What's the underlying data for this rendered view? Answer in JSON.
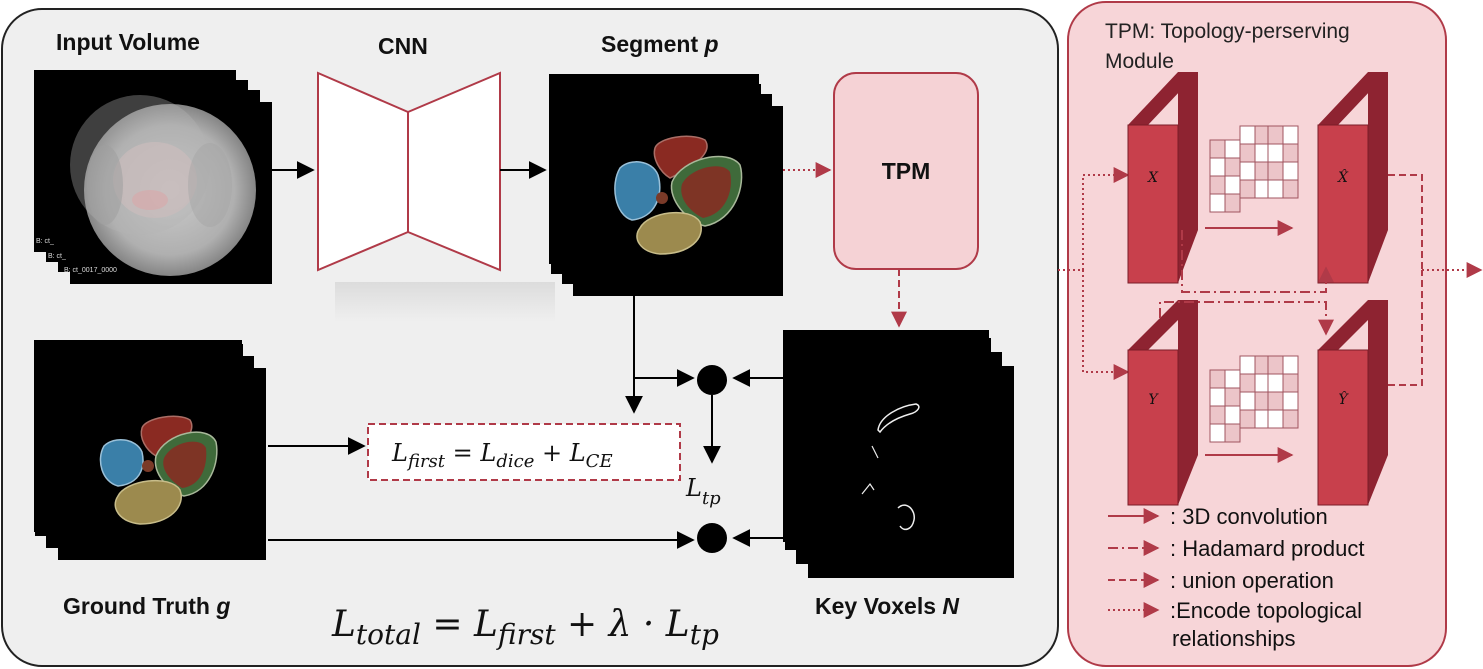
{
  "labels": {
    "input_volume": "Input Volume",
    "cnn": "CNN",
    "segment": "Segment ",
    "segment_var": "p",
    "ground_truth": "Ground Truth ",
    "ground_truth_var": "g",
    "key_voxels": "Key Voxels ",
    "key_voxels_var": "N",
    "tpm_box": "TPM",
    "slice_tags": [
      "B: ct_",
      "B: ct_",
      "B: ct_0017_0000"
    ]
  },
  "formulas": {
    "first_L": "L",
    "first_sub": "first",
    "first_eq": " = ",
    "dice_L": "L",
    "dice_sub": "dice",
    "plus": " + ",
    "ce_L": "L",
    "ce_sub": "CE",
    "tp_L": "L",
    "tp_sub": "tp",
    "total_L": "L",
    "total_sub": "total",
    "total_eq": " = ",
    "total_first_L": "L",
    "total_first_sub": "first",
    "total_plus": " + λ · ",
    "total_tp_L": "L",
    "total_tp_sub": "tp"
  },
  "tpm_panel": {
    "title_line1": "TPM: Topology-perserving",
    "title_line2": "Module",
    "x_in": "X",
    "x_out": "X̂",
    "y_in": "Y",
    "y_out": "Ŷ"
  },
  "legend": [
    {
      "style": "solid",
      "text": ": 3D convolution"
    },
    {
      "style": "dashdot",
      "text": ": Hadamard product"
    },
    {
      "style": "dashed",
      "text": ": union operation"
    },
    {
      "style": "dotted",
      "text": ":Encode topological"
    },
    {
      "style": "none",
      "text": "relationships"
    }
  ],
  "colors": {
    "accent": "#b03a48",
    "block_front": "#c8404c",
    "block_side": "#8e2331",
    "panel_fill": "#f7d5d8",
    "main_panel_fill": "#efefef",
    "tpm_box_fill": "#f5d2d5",
    "seg_blue": "#3a7fa8",
    "seg_red": "#8a2a22",
    "seg_green": "#3f6a3a",
    "seg_yellow": "#9c8a4e",
    "seg_small": "#7a3a28"
  }
}
